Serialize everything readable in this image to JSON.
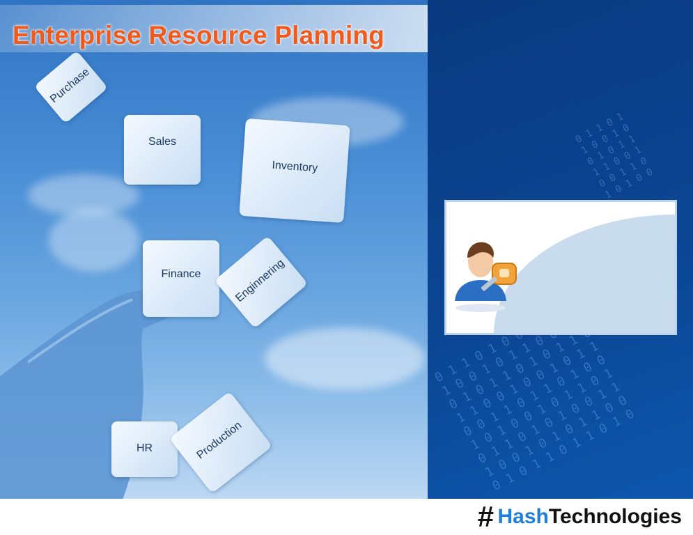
{
  "banner": {
    "title": "Enterprise Resource Planning"
  },
  "puzzle": {
    "pieces": {
      "purchase": "Purchase",
      "sales": "Sales",
      "inventory": "Inventory",
      "finance": "Finance",
      "engineering": "Enginnering",
      "hr": "HR",
      "production": "Production"
    }
  },
  "card": {
    "icon": "user-key-icon"
  },
  "footer": {
    "logo_symbol": "#",
    "logo_part1": "Hash",
    "logo_part2": "Technologies"
  },
  "colors": {
    "title": "#f05a1a",
    "logo_accent": "#1d7fd8",
    "panel_dark": "#0b3f86"
  }
}
